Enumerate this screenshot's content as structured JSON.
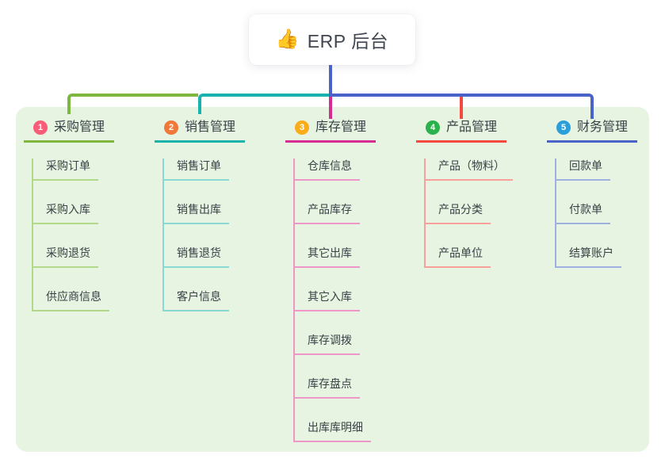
{
  "root": {
    "label": "ERP 后台",
    "icon_char": "👍"
  },
  "colors": {
    "canvas_bg": "#ffffff",
    "panel_bg": "#e6f4e1",
    "root_connector": "#4a63c8",
    "text": "#3b4147"
  },
  "branches": [
    {
      "num": "1",
      "title": "采购管理",
      "badge_color": "#f85c78",
      "line_color": "#7eb73f",
      "sub_line_color": "#b2d98a",
      "items": [
        "采购订单",
        "采购入库",
        "采购退货",
        "供应商信息"
      ]
    },
    {
      "num": "2",
      "title": "销售管理",
      "badge_color": "#f0793a",
      "line_color": "#17b3ac",
      "sub_line_color": "#8ad8d3",
      "items": [
        "销售订单",
        "销售出库",
        "销售退货",
        "客户信息"
      ]
    },
    {
      "num": "3",
      "title": "库存管理",
      "badge_color": "#fbad19",
      "line_color": "#d62c92",
      "sub_line_color": "#ef96c8",
      "items": [
        "仓库信息",
        "产品库存",
        "其它出库",
        "其它入库",
        "库存调拨",
        "库存盘点",
        "出库库明细"
      ]
    },
    {
      "num": "4",
      "title": "产品管理",
      "badge_color": "#2bb24c",
      "line_color": "#f24a41",
      "sub_line_color": "#f8a09a",
      "items": [
        "产品（物料）",
        "产品分类",
        "产品单位"
      ]
    },
    {
      "num": "5",
      "title": "财务管理",
      "badge_color": "#2b9fd9",
      "line_color": "#4a63c8",
      "sub_line_color": "#9fafdf",
      "items": [
        "回款单",
        "付款单",
        "结算账户"
      ]
    }
  ]
}
